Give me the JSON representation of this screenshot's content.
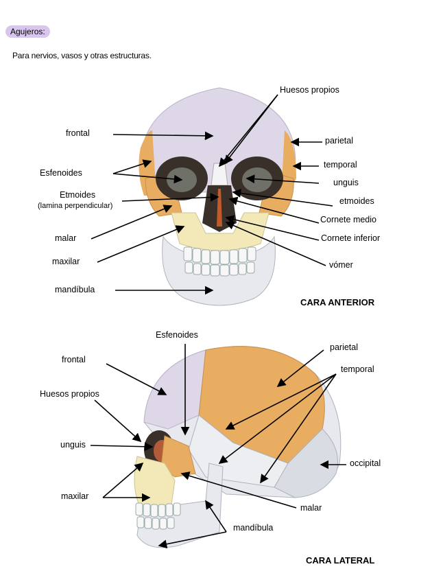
{
  "header": {
    "tag": "Agujeros:",
    "intro": "Para nervios, vasos y otras estructuras."
  },
  "colors": {
    "frontal": "#ddd7e8",
    "yellow": "#f2e8b8",
    "orange": "#e9ad62",
    "bone": "#e7e9ee",
    "shade": "#bfc3cb",
    "dark": "#3a302a",
    "tag_bg": "#d9c6ee"
  },
  "anterior": {
    "caption": "CARA ANTERIOR",
    "labels": {
      "huesos_propios": "Huesos propios",
      "frontal": "frontal",
      "parietal": "parietal",
      "esfenoides": "Esfenoides",
      "temporal": "temporal",
      "unguis": "unguis",
      "etmoides_left": "Etmoides",
      "etmoides_note": "(lamina perpendicular)",
      "etmoides_right": "etmoides",
      "cornete_medio": "Cornete medio",
      "malar": "malar",
      "cornete_inferior": "Cornete inferior",
      "maxilar": "maxilar",
      "vomer": "vómer",
      "mandibula": "mandíbula"
    }
  },
  "lateral": {
    "caption": "CARA LATERAL",
    "labels": {
      "esfenoides": "Esfenoides",
      "parietal": "parietal",
      "frontal": "frontal",
      "temporal": "temporal",
      "huesos_propios": "Huesos propios",
      "unguis": "unguis",
      "occipital": "occipital",
      "maxilar": "maxilar",
      "malar": "malar",
      "mandibula": "mandíbula"
    }
  }
}
